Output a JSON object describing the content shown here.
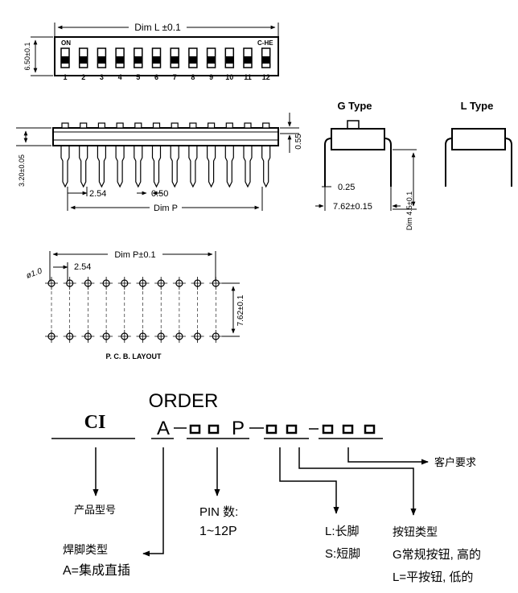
{
  "top_view": {
    "dim_l": "Dim L ±0.1",
    "height_dim": "6.50±0.1",
    "on_label": "ON",
    "brand_label": "C-HE",
    "switch_numbers": [
      "1",
      "2",
      "3",
      "4",
      "5",
      "6",
      "7",
      "8",
      "9",
      "10",
      "11",
      "12"
    ]
  },
  "side_view": {
    "height_dim": "3.20±0.05",
    "pin_pitch": "2.54",
    "pin_width": "0.50",
    "offset": "0.55",
    "dim_p": "Dim P"
  },
  "g_type": {
    "title": "G Type",
    "lead_thk": "0.25",
    "row_pitch": "7.62±0.15",
    "lead_len": "Dim 4.5±0.1"
  },
  "l_type": {
    "title": "L Type"
  },
  "pcb": {
    "dim_p": "Dim P±0.1",
    "hole": "ø1.0",
    "pitch": "2.54",
    "row_pitch": "7.62±0.1",
    "caption": "P. C. B. LAYOUT"
  },
  "order": {
    "heading": "ORDER",
    "prefix": "CI",
    "type_code": "A",
    "pin_code": "P",
    "product_no": "产品型号",
    "customer": "客户要求",
    "pin_count_label": "PIN 数:",
    "pin_count_range": "1~12P",
    "pin_long": "L:长脚",
    "pin_short": "S:短脚",
    "solder_type": "焊脚类型",
    "solder_a": "A=集成直插",
    "button_type": "按钮类型",
    "button_g": "G常规按钮, 高的",
    "button_l": "L=平按钮, 低的"
  }
}
